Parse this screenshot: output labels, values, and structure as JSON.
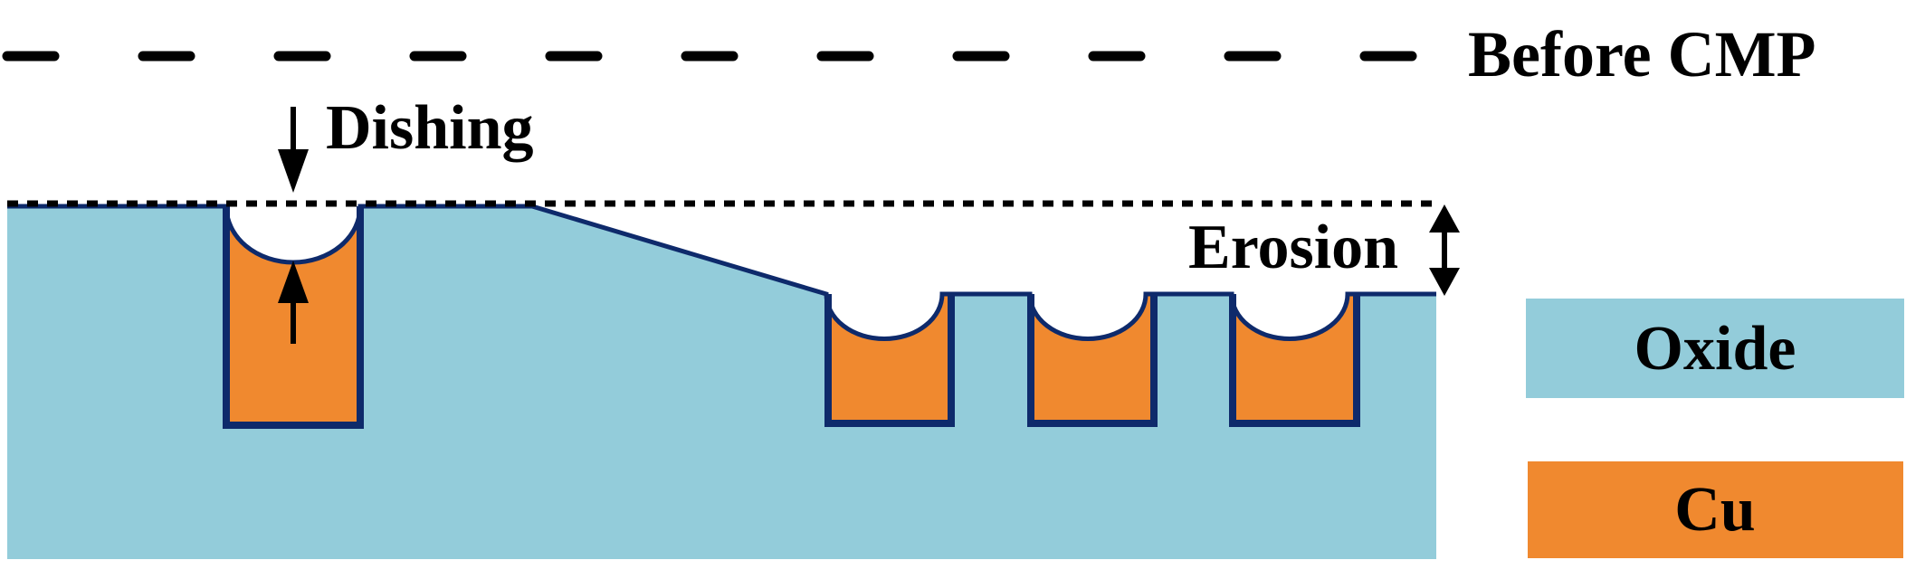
{
  "labels": {
    "before_cmp": "Before CMP",
    "dishing": "Dishing",
    "erosion": "Erosion"
  },
  "legend": {
    "oxide": "Oxide",
    "cu": "Cu"
  },
  "colors": {
    "oxide": "#93CCDA",
    "copper": "#F0892F",
    "outline": "#0E2A6B",
    "line": "#000000",
    "background": "#FFFFFF"
  }
}
